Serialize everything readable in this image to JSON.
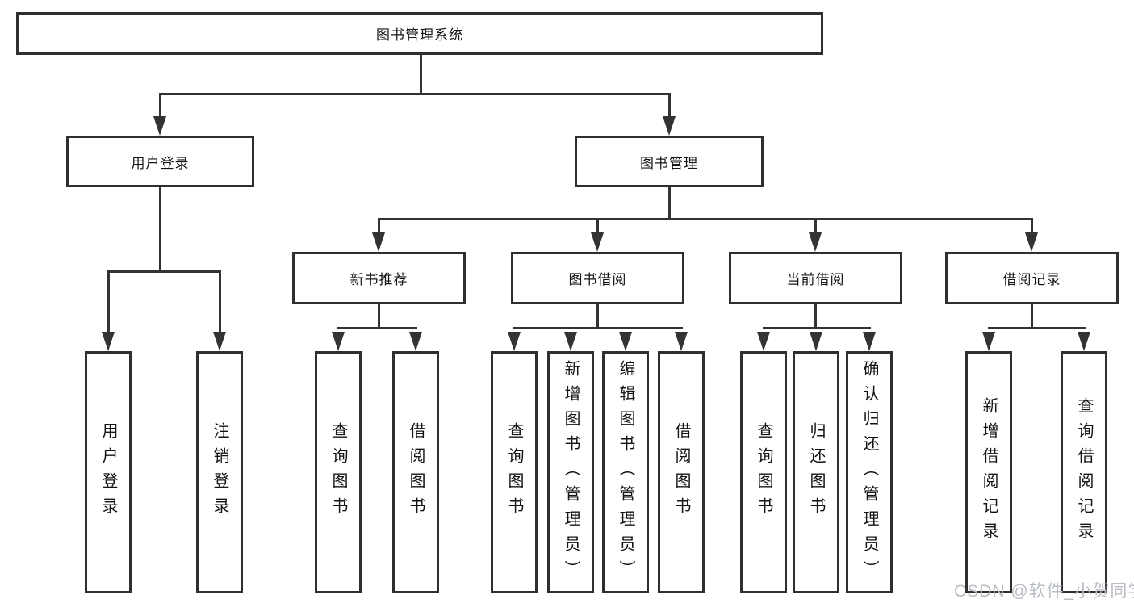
{
  "tree": {
    "root": "图书管理系统",
    "children": [
      {
        "label": "用户登录",
        "children": [
          "用户登录",
          "注销登录"
        ]
      },
      {
        "label": "图书管理",
        "children": [
          {
            "label": "新书推荐",
            "children": [
              "查询图书",
              "借阅图书"
            ]
          },
          {
            "label": "图书借阅",
            "children": [
              "查询图书",
              "新增图书（管理员）",
              "编辑图书（管理员）",
              "借阅图书"
            ]
          },
          {
            "label": "当前借阅",
            "children": [
              "查询图书",
              "归还图书",
              "确认归还（管理员）"
            ]
          },
          {
            "label": "借阅记录",
            "children": [
              "新增借阅记录",
              "查询借阅记录"
            ]
          }
        ]
      }
    ]
  },
  "watermark": "CSDN @软件_小贺同学",
  "colors": {
    "line": "#333333",
    "box_border": "#2f2f2f",
    "text": "#141414",
    "watermark": "#b9bdc4",
    "background": "#ffffff"
  }
}
